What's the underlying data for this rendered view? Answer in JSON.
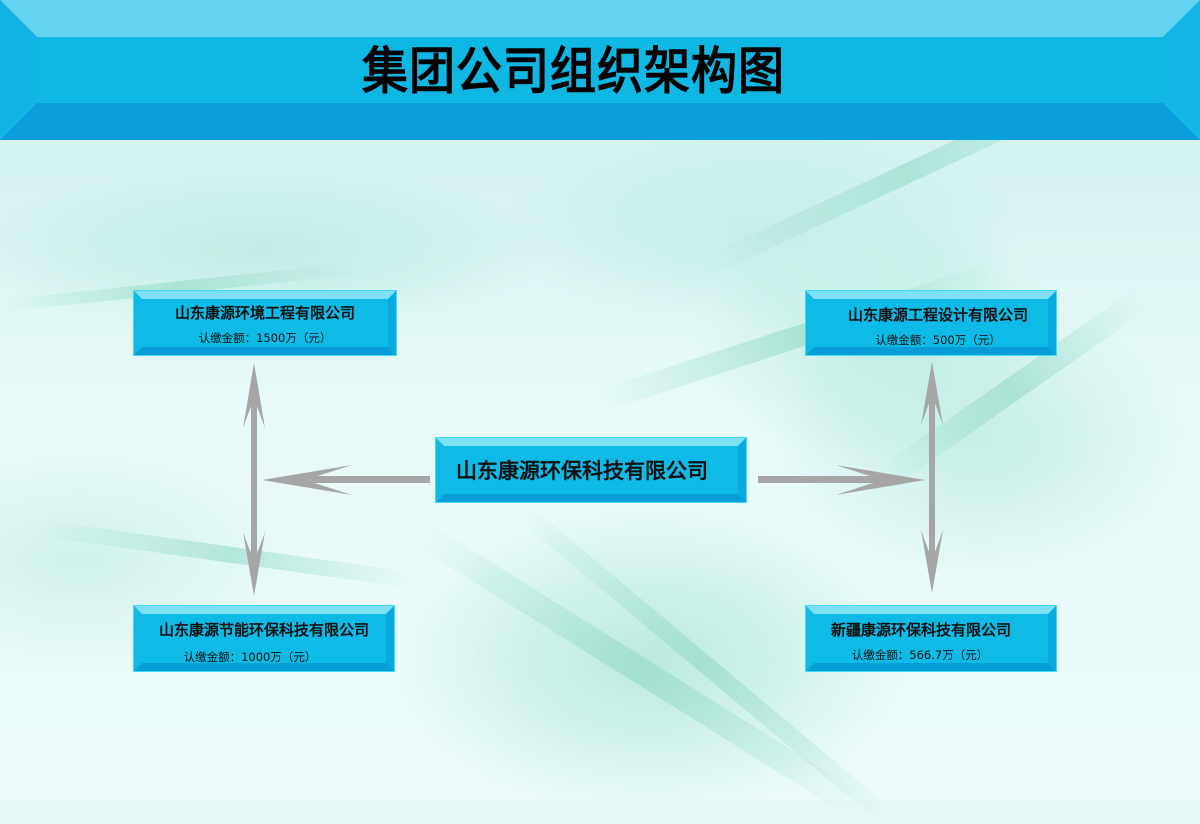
{
  "header": {
    "title": "集团公司组织架构图"
  },
  "colors": {
    "header_light": "#65d4f0",
    "header_main": "#0fb7e3",
    "header_dark": "#0a9edb",
    "node_fill": "#0dbbe6",
    "arrow": "#a6a6a6",
    "background": "#e6f8f7"
  },
  "chart": {
    "parent": {
      "name": "山东康源环保科技有限公司"
    },
    "subsidiaries": [
      {
        "position": "top-left",
        "name": "山东康源环境工程有限公司",
        "amount": "认缴金额：1500万（元）"
      },
      {
        "position": "top-right",
        "name": "山东康源工程设计有限公司",
        "amount": "认缴金额：500万（元）"
      },
      {
        "position": "bottom-left",
        "name": "山东康源节能环保科技有限公司",
        "amount": "认缴金额：1000万（元）"
      },
      {
        "position": "bottom-right",
        "name": "新疆康源环保科技有限公司",
        "amount": "认缴金额：566.7万（元）"
      }
    ]
  }
}
